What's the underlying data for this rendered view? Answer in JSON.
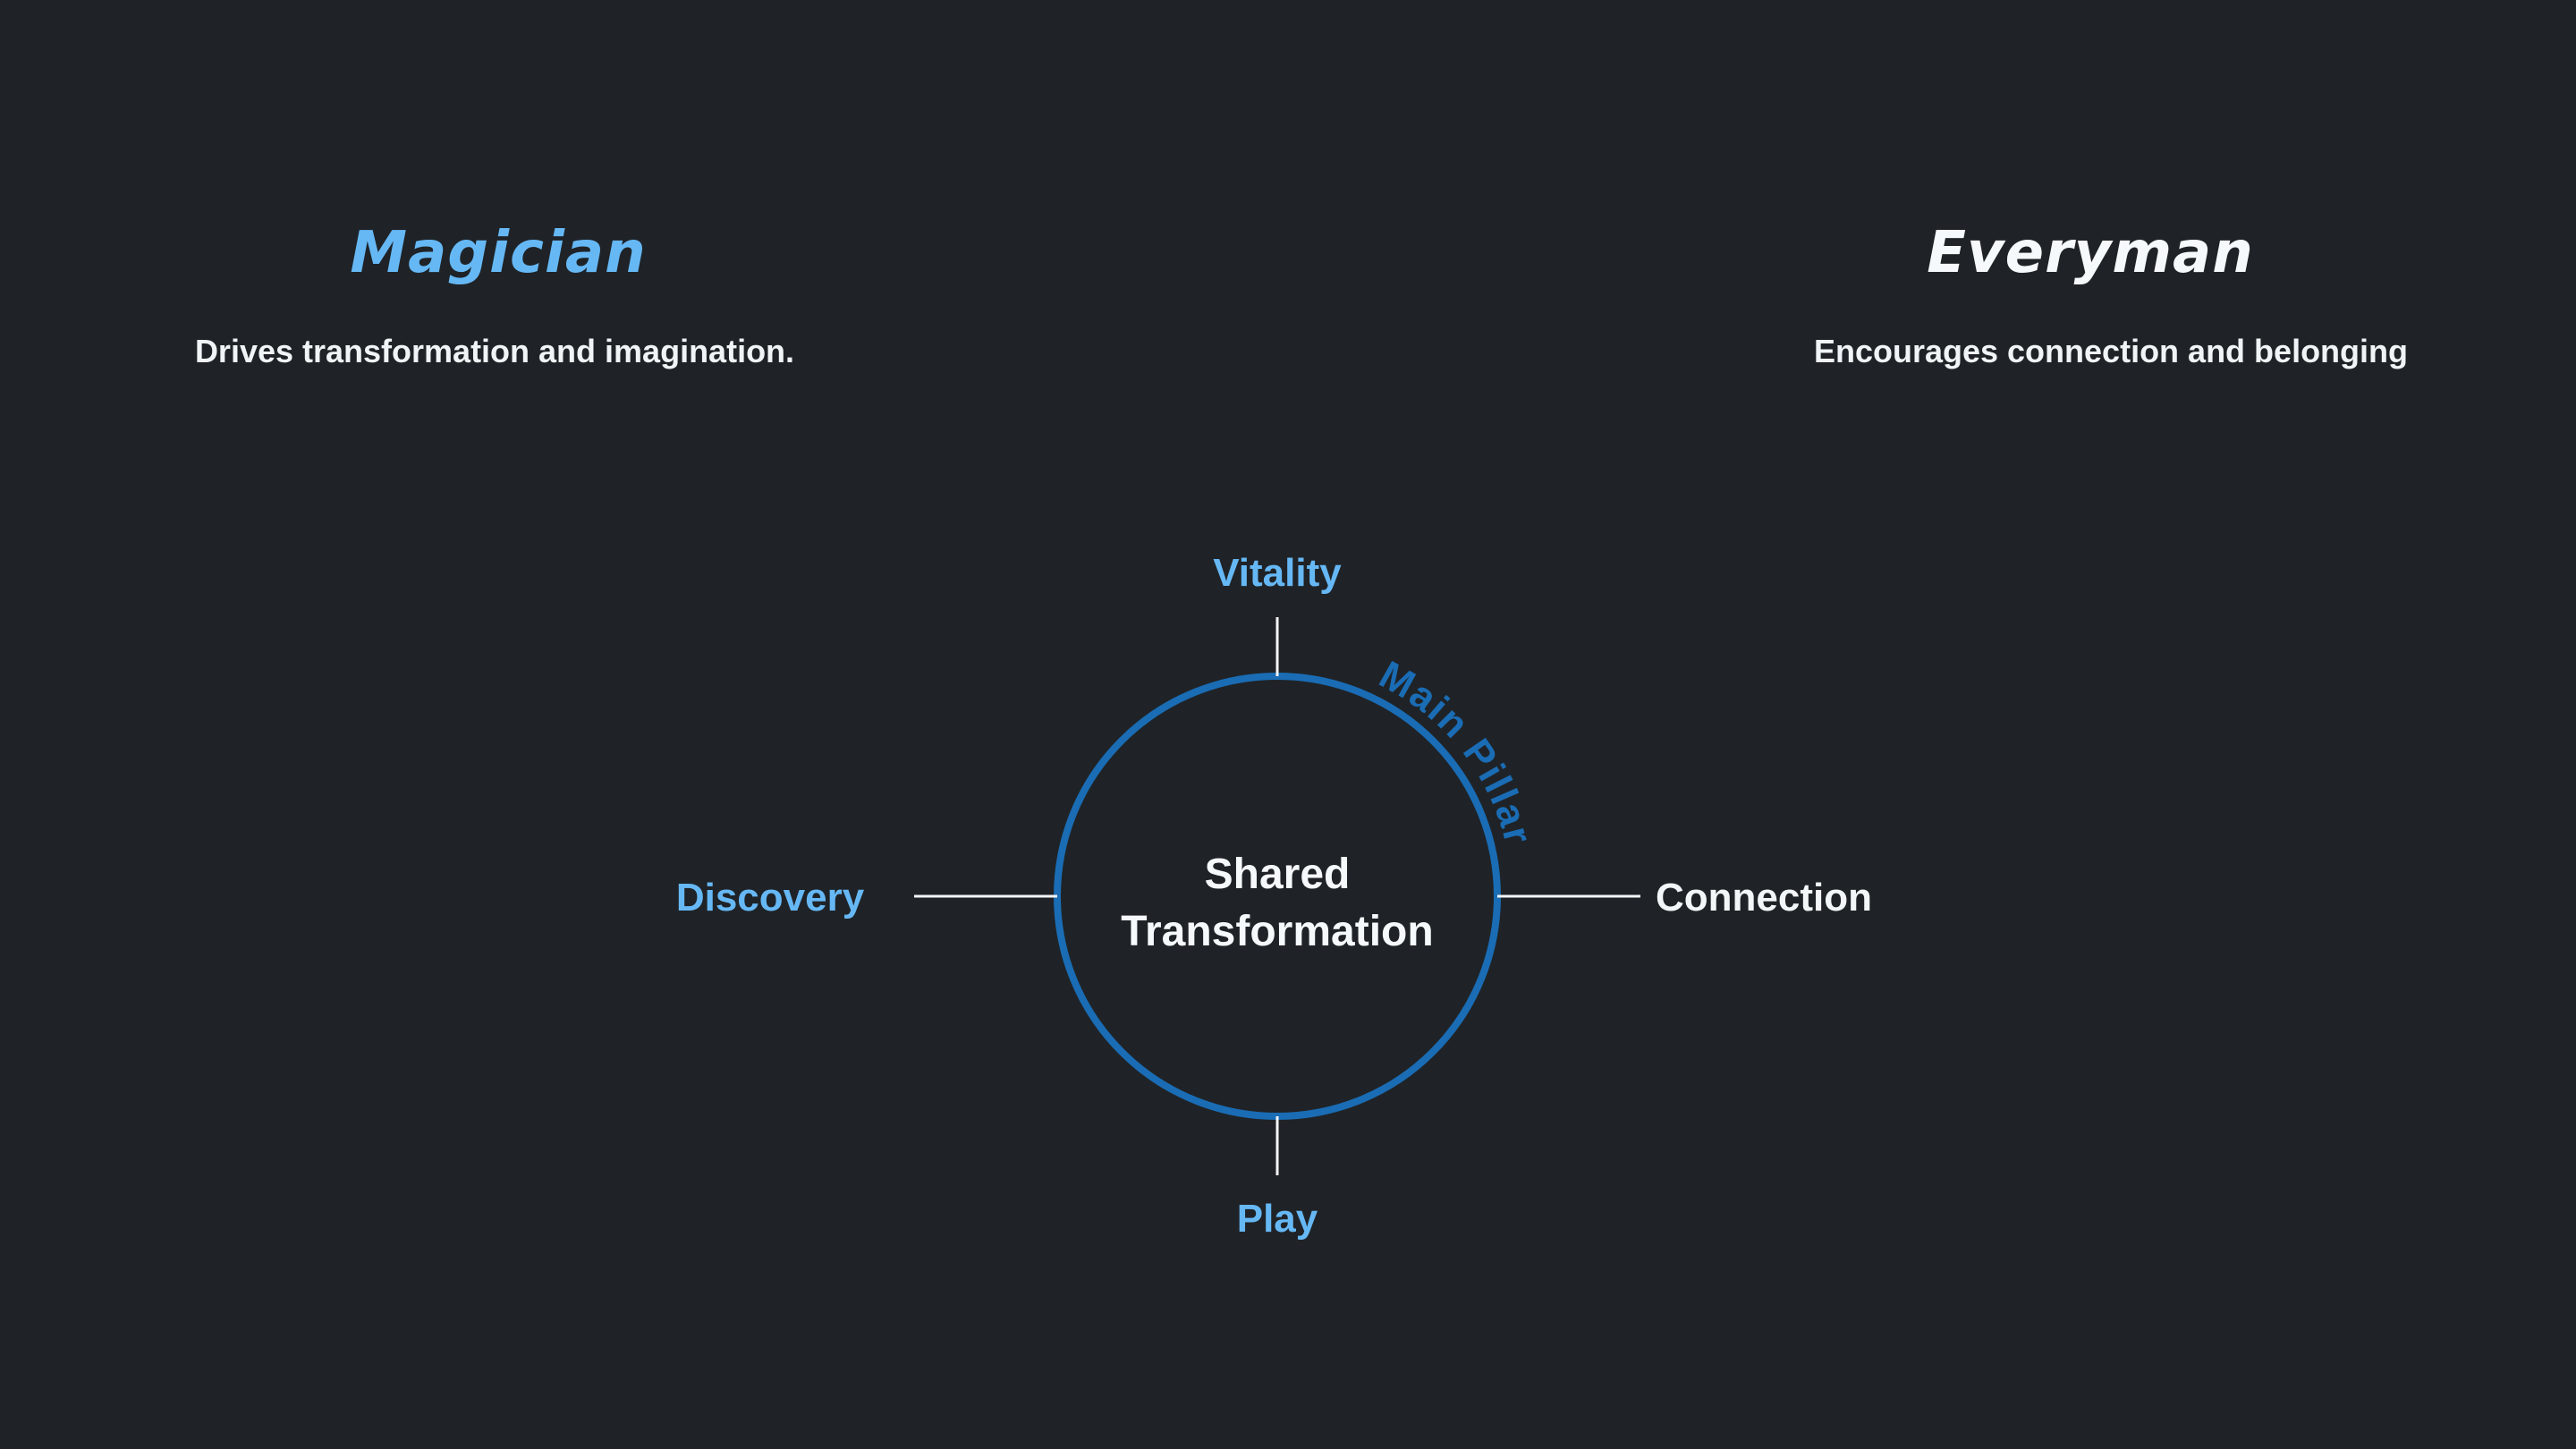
{
  "page": {
    "background_color": "#1f2327"
  },
  "palette": {
    "circle_blue": "#1a6cb4",
    "light_blue": "#66b8f5",
    "text_white": "#f3f6f8"
  },
  "archetype_left": {
    "title": "Magician",
    "description": "Drives transformation and imagination."
  },
  "archetype_right": {
    "title": "Everyman",
    "description": "Encourages connection and belonging"
  },
  "diagram": {
    "ring_label": "Main Pillar",
    "center_line1": "Shared",
    "center_line2": "Transformation",
    "axis_top": "Vitality",
    "axis_right": "Connection",
    "axis_bottom": "Play",
    "axis_left": "Discovery"
  }
}
